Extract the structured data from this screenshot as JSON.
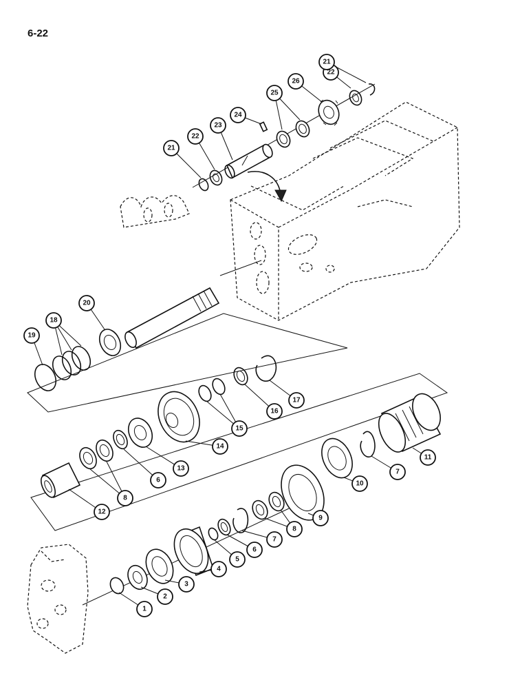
{
  "page": {
    "number": "6-22"
  },
  "callouts": [
    "1",
    "2",
    "3",
    "4",
    "5",
    "6",
    "7",
    "8",
    "9",
    "10",
    "11",
    "12",
    "13",
    "14",
    "15",
    "16",
    "17",
    "18",
    "19",
    "20",
    "21",
    "22",
    "23",
    "24",
    "25",
    "26"
  ]
}
